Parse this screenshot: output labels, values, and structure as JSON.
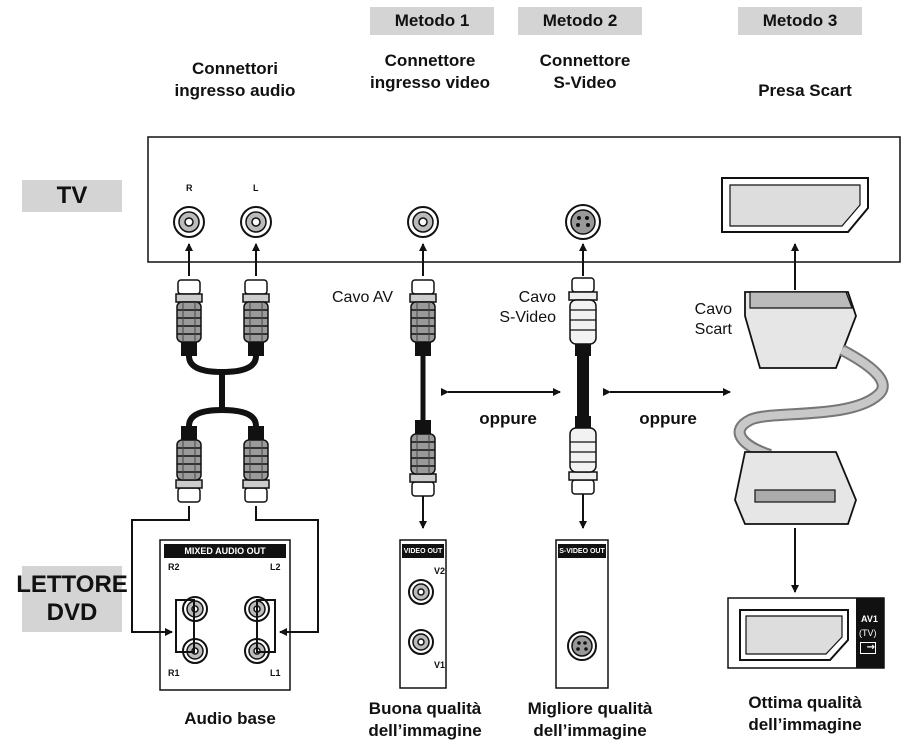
{
  "methods": [
    "Metodo 1",
    "Metodo 2",
    "Metodo 3"
  ],
  "connectors": {
    "audio": "Connettori\ningresso audio",
    "video": "Connettore\ningresso video",
    "svideo": "Connettore\nS-Video",
    "scart": "Presa Scart"
  },
  "devices": {
    "tv": "TV",
    "dvd": "LETTORE\nDVD"
  },
  "cables": {
    "av": "Cavo AV",
    "svideo": "Cavo\nS-Video",
    "scart": "Cavo\nScart"
  },
  "or_text": "oppure",
  "jack_labels": {
    "tv_r": "R",
    "tv_l": "L",
    "mixed_audio_out": "MIXED AUDIO OUT",
    "r2": "R2",
    "l2": "L2",
    "r1": "R1",
    "l1": "L1",
    "video_out": "VIDEO OUT",
    "v2": "V2",
    "v1": "V1",
    "svideo_out": "S-VIDEO OUT",
    "av1": "AV1",
    "tv_paren": "(TV)"
  },
  "captions": {
    "audio": "Audio base",
    "video": "Buona qualità\ndell’immagine",
    "svideo": "Migliore qualità\ndell’immagine",
    "scart": "Ottima qualità\ndell’immagine"
  },
  "colors": {
    "header_bg": "#d4d4d4",
    "line": "#111111",
    "cable_gray": "#b8b8b8"
  }
}
